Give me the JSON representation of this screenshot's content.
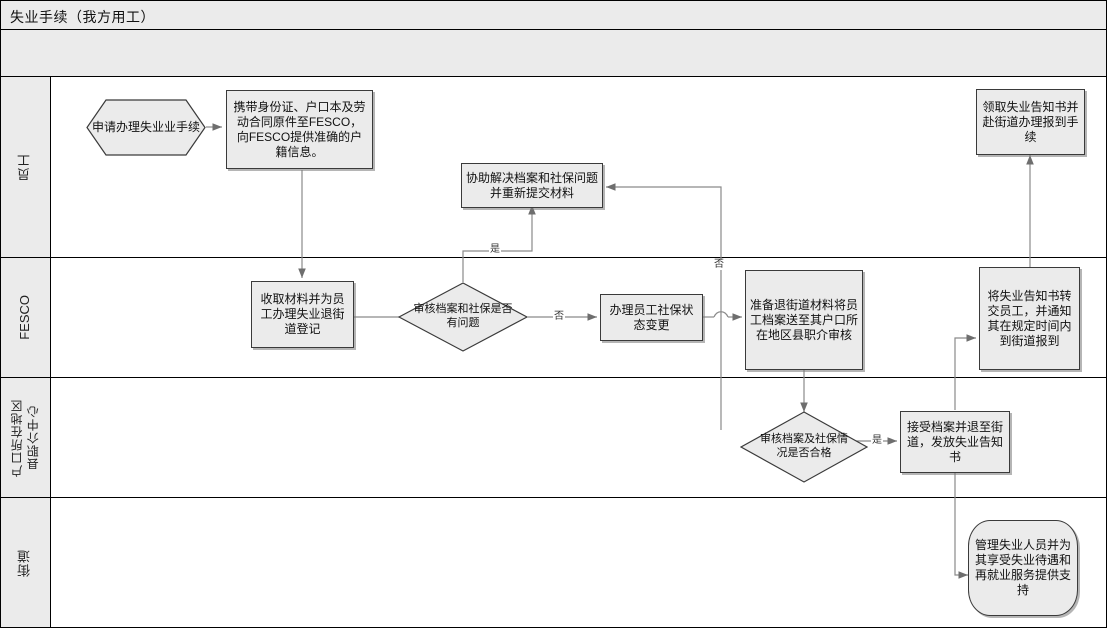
{
  "header": {
    "title": "失业手续（我方用工）",
    "subtitle": ""
  },
  "lanes": [
    {
      "id": "employee",
      "label": "员工"
    },
    {
      "id": "fesco",
      "label": "FESCO"
    },
    {
      "id": "job-center",
      "label": "户口所在地区\n县职介中心"
    },
    {
      "id": "street-office",
      "label": "街道"
    }
  ],
  "nodes": {
    "start": {
      "shape": "hexagon",
      "text": "申请办理失业\n业手续",
      "text_display": "申请办理失业业手续"
    },
    "start_label": "申请办理失业业手续",
    "bring_docs": "携带身份证、户口本及劳动合同原件至FESCO，向FESCO提供准确的户籍信息。",
    "assist_resubmit": "协助解决档案和社保问题并重新提交材料",
    "receive_notice": "领取失业告知书并赴街道办理报到手续",
    "collect_materials": "收取材料并为员工办理失业退街道登记",
    "review_decision": "审核档案和社保是否有问题",
    "change_social_status": "办理员工社保状态变更",
    "prepare_transfer": "准备退街道材料将员工档案送至其户口所在地区县职介审核",
    "forward_notice": "将失业告知书转交员工，并通知其在规定时间内到街道报到",
    "qualify_decision": "审核档案及社保情况是否合格",
    "accept_files": "接受档案并退至街道，发放失业告知书",
    "manage_unemployed": "管理失业人员并为其享受失业待遇和再就业服务提供支持"
  },
  "edge_labels": {
    "yes_to_assist": "是",
    "no_from_review": "否",
    "no_to_assist": "否",
    "yes_to_accept": "是"
  },
  "colors": {
    "node_fill": "#ebebeb",
    "node_border": "#3a3a3a",
    "lane_header_fill": "#ebebeb",
    "frame_border": "#000000",
    "connector": "#808080",
    "page_background": "#ffffff"
  }
}
